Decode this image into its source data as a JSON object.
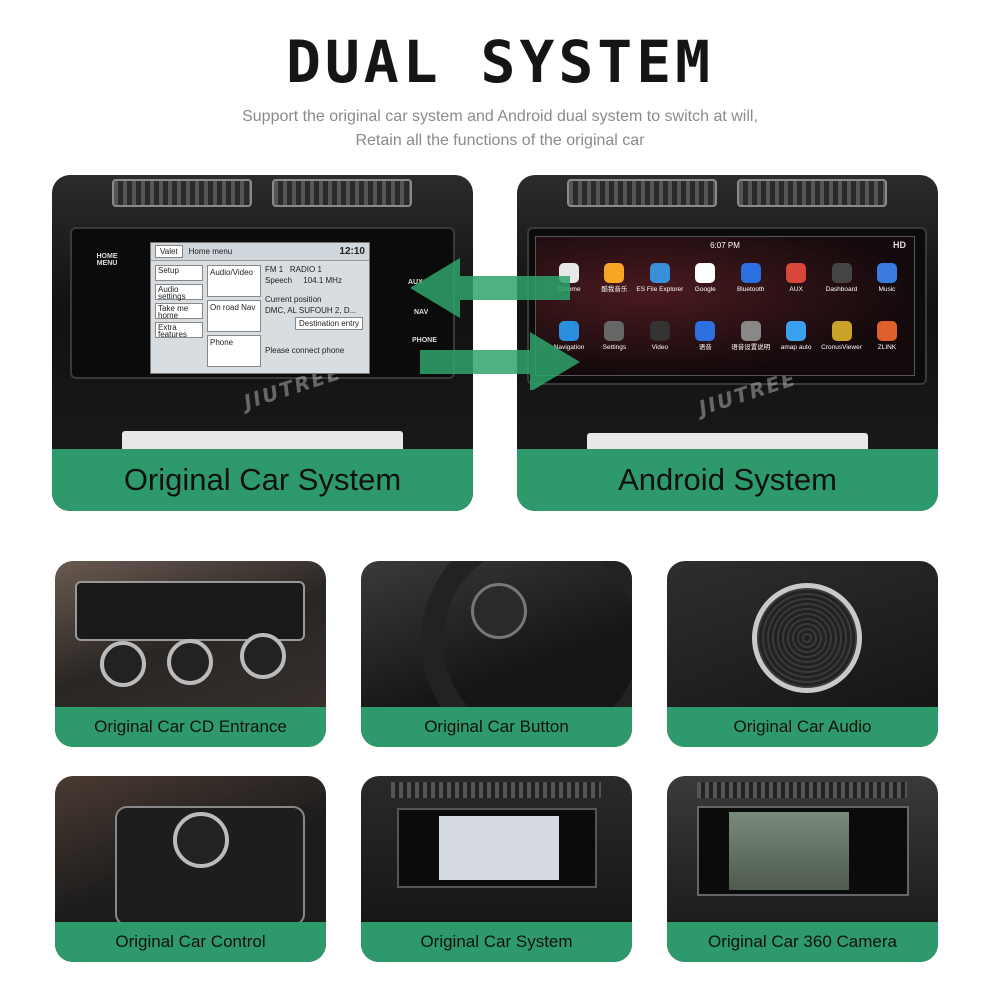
{
  "header": {
    "title": "DUAL SYSTEM",
    "subtitle_line1": "Support the original car system and Android dual system to switch at will,",
    "subtitle_line2": "Retain all the functions of the original car"
  },
  "watermark": "JIUTREE",
  "original_panel": {
    "caption": "Original Car System",
    "side_left": [
      "HOME MENU"
    ],
    "side_right": [
      "AUX",
      "NAV",
      "PHONE"
    ],
    "screen": {
      "valet": "Valet",
      "home": "Home menu",
      "clock": "12:10",
      "col1": [
        "Setup",
        "Audio settings",
        "Take me home",
        "Extra features"
      ],
      "col2": [
        "Audio/Video",
        "On road Nav",
        "Phone"
      ],
      "radio_band": "FM 1",
      "radio_name": "RADIO 1",
      "speech": "Speech",
      "freq": "104.1 MHz",
      "position_label": "Current position",
      "position_value": "DMC, AL SUFOUH 2, D...",
      "destination": "Destination entry",
      "connect": "Please connect phone"
    }
  },
  "android_panel": {
    "caption": "Android System",
    "time": "6:07 PM",
    "hd": "HD",
    "apps_row1": [
      {
        "label": "Chrome",
        "icon": "chrome-icon",
        "color": "#e8e8e8"
      },
      {
        "label": "酷我音乐",
        "icon": "kuwo-icon",
        "color": "#f5a623"
      },
      {
        "label": "ES File Explorer",
        "icon": "folder-icon",
        "color": "#3a8fd9"
      },
      {
        "label": "Google",
        "icon": "google-icon",
        "color": "#ffffff"
      },
      {
        "label": "Bluetooth",
        "icon": "bluetooth-icon",
        "color": "#2b6fe0"
      },
      {
        "label": "AUX",
        "icon": "aux-cable-icon",
        "color": "#d9463b"
      },
      {
        "label": "Dashboard",
        "icon": "speedometer-icon",
        "color": "#444444"
      },
      {
        "label": "Music",
        "icon": "music-icon",
        "color": "#3a7be0"
      }
    ],
    "apps_row2": [
      {
        "label": "Navigation",
        "icon": "map-pin-icon",
        "color": "#2b8fe0"
      },
      {
        "label": "Settings",
        "icon": "gear-icon",
        "color": "#666666"
      },
      {
        "label": "Video",
        "icon": "clapper-icon",
        "color": "#333333"
      },
      {
        "label": "语音",
        "icon": "ai-os-icon",
        "color": "#2b6fe0"
      },
      {
        "label": "语音设置说明",
        "icon": "mic-icon",
        "color": "#888888"
      },
      {
        "label": "amap auto",
        "icon": "amap-icon",
        "color": "#3aa0f0"
      },
      {
        "label": "CronusViewer",
        "icon": "crown-icon",
        "color": "#c9a227"
      },
      {
        "label": "ZLINK",
        "icon": "zlink-icon",
        "color": "#e0602b"
      }
    ]
  },
  "features": [
    {
      "caption": "Original Car CD Entrance",
      "name": "cd-entrance"
    },
    {
      "caption": "Original Car Button",
      "name": "car-button"
    },
    {
      "caption": "Original Car Audio",
      "name": "car-audio"
    },
    {
      "caption": "Original Car Control",
      "name": "car-control"
    },
    {
      "caption": "Original Car System",
      "name": "car-system"
    },
    {
      "caption": "Original Car 360 Camera",
      "name": "car-360-camera"
    }
  ],
  "colors": {
    "caption_bg": "#2e9a6b",
    "arrow": "#2ea36c"
  }
}
